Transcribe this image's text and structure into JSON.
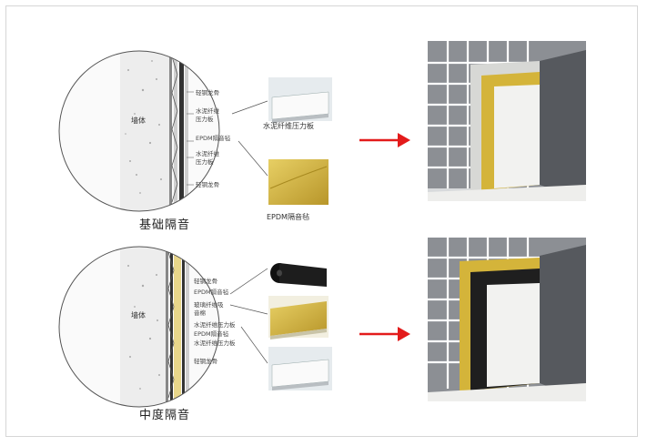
{
  "top": {
    "caption": "基础隔音",
    "wall": "墙体",
    "labels": [
      "轻钢龙骨",
      "水泥纤维",
      "压力板",
      "EPDM隔音毡",
      "水泥纤维",
      "压力板",
      "轻钢龙骨"
    ],
    "material_1": "水泥纤维压力板",
    "material_2": "EPDM隔音毡"
  },
  "bottom": {
    "caption": "中度隔音",
    "wall": "墙体",
    "labels": [
      "轻钢龙骨",
      "EPDM隔音毡",
      "玻璃纤维吸",
      "音棉",
      "水泥纤维压力板",
      "EPDM隔音毡",
      "水泥纤维压力板",
      "轻钢龙骨"
    ]
  },
  "colors": {
    "arrow": "#e31b1b",
    "yellow": "#d4b43a",
    "felt": "#222222",
    "grid": "#4a4d52"
  }
}
